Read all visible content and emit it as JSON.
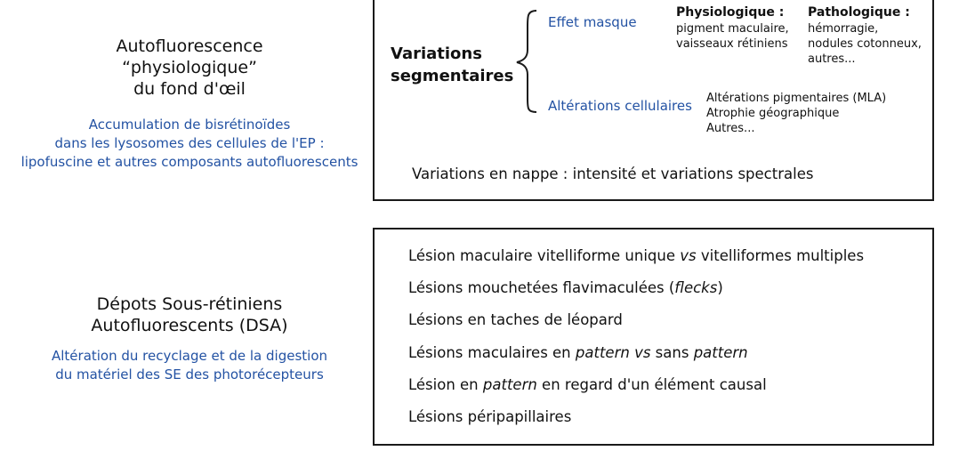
{
  "left_top": {
    "title": [
      "Autofluorescence",
      "“physiologique”",
      "du fond d'œil"
    ],
    "desc": [
      "Accumulation de bisrétinoïdes",
      "dans les lysosomes des cellules de l'EP :",
      "lipofuscine et autres composants autofluorescents"
    ]
  },
  "left_bottom": {
    "title": [
      "Dépots Sous-rétiniens",
      "Autofluorescents (DSA)"
    ],
    "desc": [
      "Altération du recyclage et de la digestion",
      "du matériel des SE des photorécepteurs"
    ]
  },
  "top_box": {
    "segmental_label": [
      "Variations",
      "segmentaires"
    ],
    "branch_mask": "Effet masque",
    "physio_title": "Physiologique :",
    "physio_items": [
      "pigment maculaire,",
      "vaisseaux rétiniens"
    ],
    "patho_title": "Pathologique :",
    "patho_items": [
      "hémorragie,",
      "nodules cotonneux,",
      "autres..."
    ],
    "branch_cell": "Altérations cellulaires",
    "cell_items": [
      "Altérations pigmentaires (MLA)",
      "Atrophie géographique",
      "Autres..."
    ],
    "nappe": "Variations en nappe : intensité et variations spectrales"
  },
  "bottom_box": {
    "items": [
      [
        {
          "t": "Lésion maculaire vitelliforme unique "
        },
        {
          "t": "vs",
          "i": true
        },
        {
          "t": " vitelliformes multiples"
        }
      ],
      [
        {
          "t": "Lésions mouchetées flavimaculées ("
        },
        {
          "t": "flecks",
          "i": true
        },
        {
          "t": ")"
        }
      ],
      [
        {
          "t": "Lésions en taches de léopard"
        }
      ],
      [
        {
          "t": "Lésions maculaires en "
        },
        {
          "t": "pattern",
          "i": true
        },
        {
          "t": " "
        },
        {
          "t": "vs",
          "i": true
        },
        {
          "t": " sans "
        },
        {
          "t": "pattern",
          "i": true
        }
      ],
      [
        {
          "t": "Lésion en "
        },
        {
          "t": "pattern",
          "i": true
        },
        {
          "t": " en regard d'un élément causal"
        }
      ],
      [
        {
          "t": "Lésions péripapillaires"
        }
      ]
    ]
  },
  "colors": {
    "accent_blue": "#2352a3",
    "border": "#1a1a1a"
  }
}
